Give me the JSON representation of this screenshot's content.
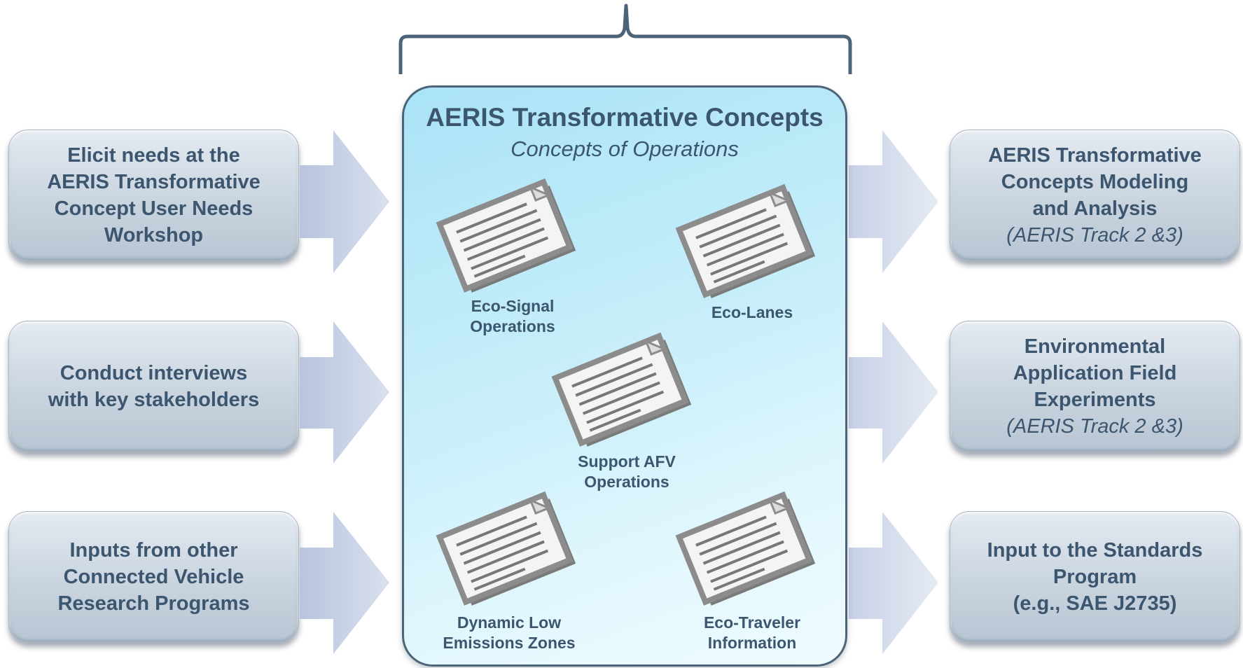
{
  "inputs": [
    {
      "lines": [
        "Elicit needs at the",
        "AERIS Transformative",
        "Concept User Needs",
        "Workshop"
      ]
    },
    {
      "lines": [
        "Conduct interviews",
        "with key stakeholders"
      ]
    },
    {
      "lines": [
        "Inputs from other",
        "Connected Vehicle",
        "Research Programs"
      ]
    }
  ],
  "outputs": [
    {
      "lines": [
        "AERIS Transformative",
        "Concepts Modeling",
        "and Analysis"
      ],
      "sub": "(AERIS Track 2 &3)"
    },
    {
      "lines": [
        "Environmental",
        "Application Field",
        "Experiments"
      ],
      "sub": "(AERIS Track 2 &3)"
    },
    {
      "lines": [
        "Input to the Standards",
        "Program",
        "(e.g., SAE J2735)"
      ],
      "sub": ""
    }
  ],
  "center": {
    "title": "AERIS Transformative Concepts",
    "subtitle": "Concepts of Operations",
    "documents": [
      {
        "lines": [
          "Eco-Signal",
          "Operations"
        ]
      },
      {
        "lines": [
          "Eco-Lanes"
        ]
      },
      {
        "lines": [
          "Support AFV",
          "Operations"
        ]
      },
      {
        "lines": [
          "Dynamic Low",
          "Emissions Zones"
        ]
      },
      {
        "lines": [
          "Eco-Traveler",
          "Information"
        ]
      }
    ]
  },
  "colors": {
    "text": "#3c5670",
    "bracket": "#4d6478",
    "panel": "#c7eefa",
    "arrow": "#9eaed0"
  }
}
